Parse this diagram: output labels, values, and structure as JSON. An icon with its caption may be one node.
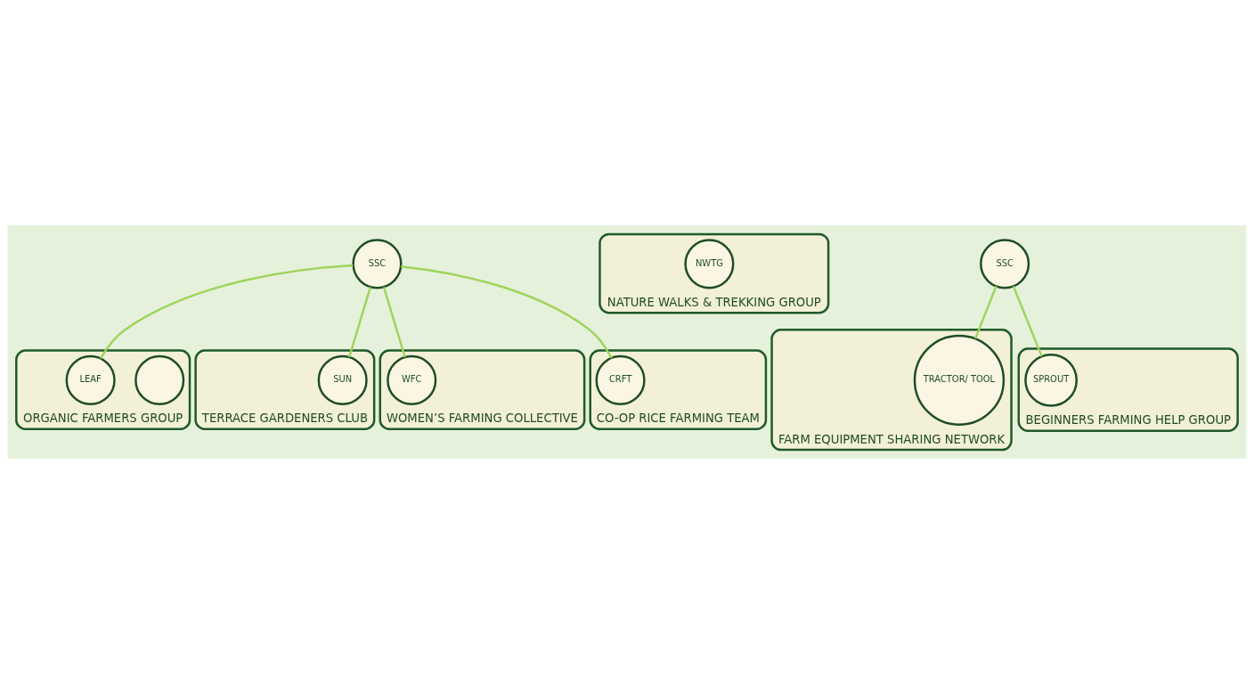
{
  "diagram": {
    "nodes": [
      {
        "text": [
          "SSC"
        ]
      },
      {
        "text": [
          "NATURE WALKS & TREKKING GROUP"
        ]
      },
      {
        "text": [
          "NWTG"
        ],
        "in": 1
      },
      {
        "text": [
          "ORGANIC FARMERS GROUP"
        ]
      },
      {
        "text": [],
        "shape": "circle",
        "in": 3
      },
      {
        "text": [
          "LEAF"
        ],
        "in": 3
      },
      {
        "text": [
          "TERRACE GARDENERS CLUB"
        ]
      },
      {
        "text": [
          "SUN"
        ],
        "in": 6
      },
      {
        "text": [
          "WOMEN’S FARMING COLLECTIVE"
        ]
      },
      {
        "text": [
          "WFC"
        ],
        "in": 8
      },
      {
        "text": [
          "CO-OP RICE FARMING TEAM"
        ]
      },
      {
        "text": [
          "CRFT"
        ],
        "in": 10
      },
      {
        "text": [
          "FARM EQUIPMENT SHARING NETWORK"
        ]
      },
      {
        "text": [
          "TRACTOR/ TOOL"
        ],
        "in": 12
      },
      {
        "text": [
          "BEGINNERS FARMING HELP GROUP"
        ]
      },
      {
        "text": [
          "SPROUT"
        ],
        "in": 14
      },
      {
        "text": [
          "SSC"
        ]
      }
    ],
    "edges": [
      {
        "from": 0,
        "to": 5,
        "arrow": "none"
      },
      {
        "from": 0,
        "to": 7,
        "arrow": "none"
      },
      {
        "from": 0,
        "to": 9,
        "arrow": "none"
      },
      {
        "from": 0,
        "to": 11,
        "arrow": "none"
      },
      {
        "from": 16,
        "to": 13,
        "arrow": "none"
      },
      {
        "from": 16,
        "to": 15,
        "arrow": "none"
      }
    ]
  }
}
